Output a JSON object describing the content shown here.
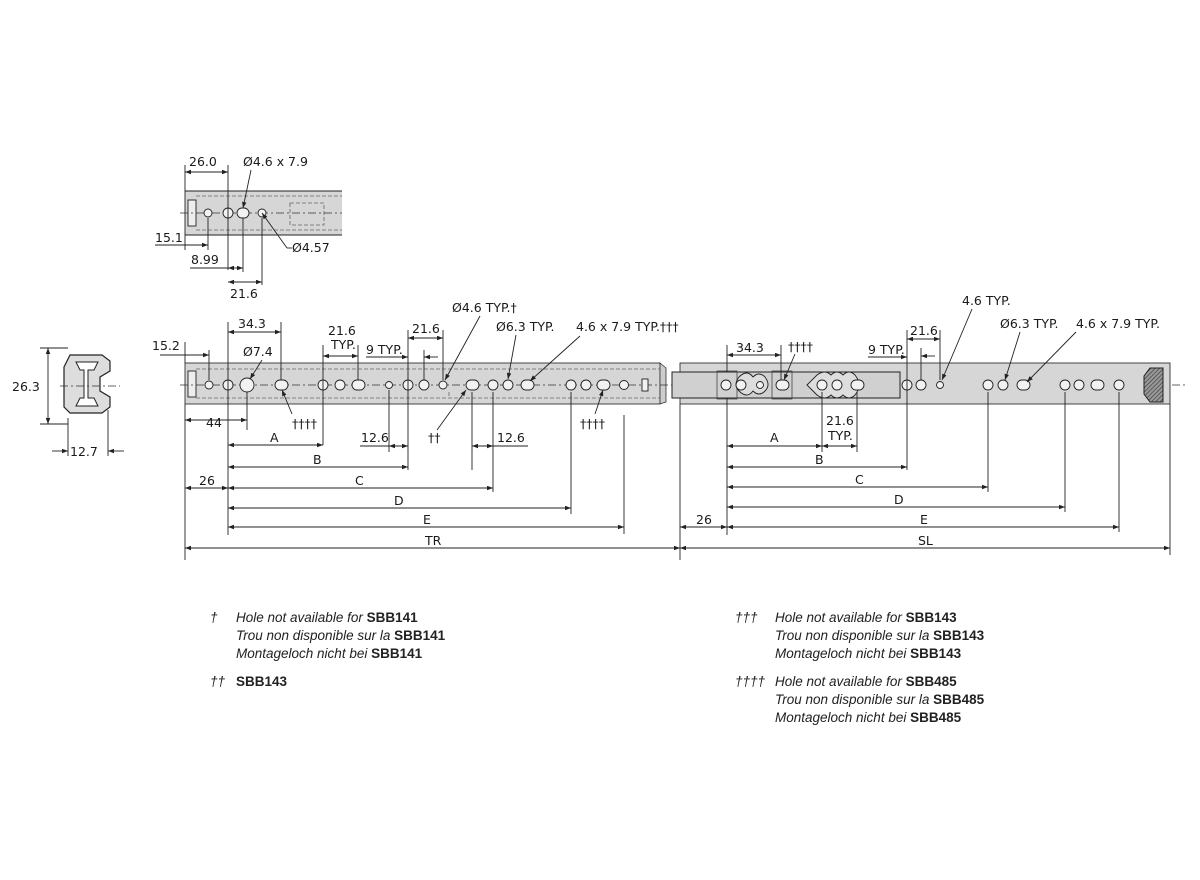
{
  "top_view": {
    "dim_26": "26.0",
    "slot": "Ø4.6 x 7.9",
    "dim_15": "15.1",
    "dim_899": "8.99",
    "dim_216": "21.6",
    "hole_457": "Ø4.57"
  },
  "section": {
    "height": "26.3",
    "width": "12.7"
  },
  "left_rail": {
    "dim_152": "15.2",
    "dim_343": "34.3",
    "hole_74": "Ø7.4",
    "dim_216_typ_a": "21.6",
    "dim_216_typ_b": "TYP.",
    "nine_typ": "9 TYP.",
    "dim_216": "21.6",
    "hole_46": "Ø4.6 TYP.†",
    "hole_63": "Ø6.3 TYP.",
    "slot": "4.6 x 7.9 TYP.†††",
    "dagger4_a": "††††",
    "dagger4_b": "††††",
    "dagger2": "††",
    "dim_44": "44",
    "dim_126_a": "12.6",
    "dim_126_b": "12.6",
    "dim_26": "26",
    "A": "A",
    "B": "B",
    "C": "C",
    "D": "D",
    "E": "E",
    "TR": "TR"
  },
  "right_rail": {
    "dim_343": "34.3",
    "dagger4": "††††",
    "nine_typ": "9 TYP.",
    "dim_216": "21.6",
    "hole_46": "4.6 TYP.",
    "hole_63": "Ø6.3 TYP.",
    "slot": "4.6 x 7.9 TYP.",
    "dim_216_typ_a": "21.6",
    "dim_216_typ_b": "TYP.",
    "dim_26": "26",
    "A": "A",
    "B": "B",
    "C": "C",
    "D": "D",
    "E": "E",
    "SL": "SL"
  },
  "notes_left": [
    {
      "symbol": "†",
      "lines": [
        {
          "text": "Hole not available for ",
          "model": "SBB141"
        },
        {
          "text": "Trou non disponible sur la ",
          "model": "SBB141"
        },
        {
          "text": "Montageloch nicht bei ",
          "model": "SBB141"
        }
      ]
    },
    {
      "symbol": "††",
      "lines": [
        {
          "text": "",
          "model": "SBB143"
        }
      ]
    }
  ],
  "notes_right": [
    {
      "symbol": "†††",
      "lines": [
        {
          "text": "Hole not available for ",
          "model": "SBB143"
        },
        {
          "text": "Trou non disponible sur la ",
          "model": "SBB143"
        },
        {
          "text": "Montageloch nicht bei ",
          "model": "SBB143"
        }
      ]
    },
    {
      "symbol": "††††",
      "lines": [
        {
          "text": "Hole not available for ",
          "model": "SBB485"
        },
        {
          "text": "Trou non disponible sur la ",
          "model": "SBB485"
        },
        {
          "text": "Montageloch nicht bei ",
          "model": "SBB485"
        }
      ]
    }
  ]
}
